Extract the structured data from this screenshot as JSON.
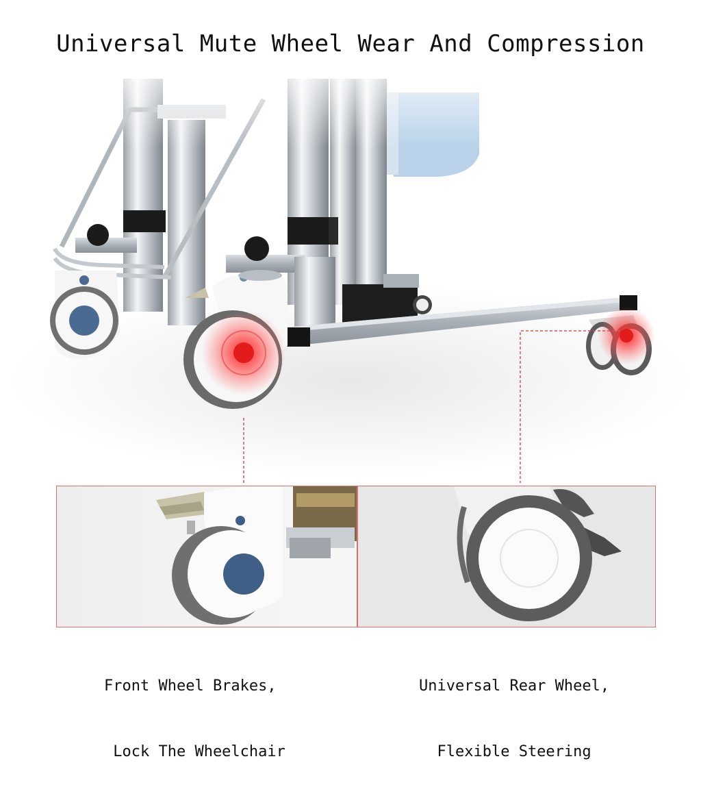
{
  "headline": "Universal Mute Wheel Wear And Compression",
  "captions": {
    "front": [
      "Front Wheel Brakes,",
      " Lock The Wheelchair"
    ],
    "rear": [
      "Universal Rear Wheel,",
      "  Flexible Steering"
    ]
  },
  "colors": {
    "highlight": "#e21b1b",
    "callout_line": "#d9534f",
    "wheel_tire": "#6f6f6f",
    "wheel_hub": "#3f5f86"
  }
}
